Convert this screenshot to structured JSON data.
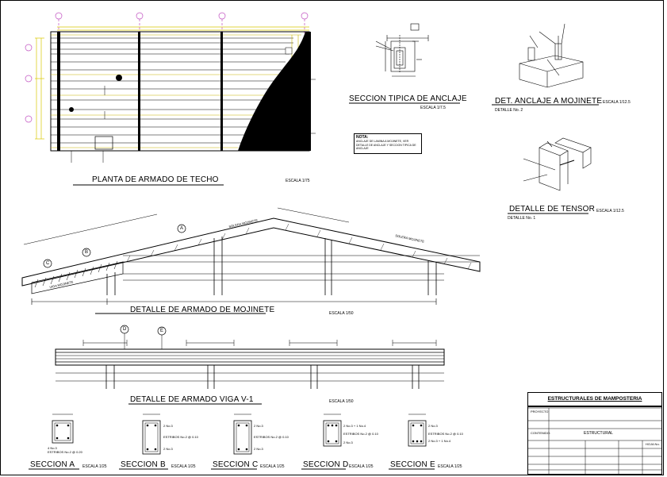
{
  "titles": {
    "planta": "PLANTA DE ARMADO DE TECHO",
    "seccion_tipica": "SECCION TIPICA DE ANCLAJE",
    "det_anclaje": "DET. ANCLAJE A MOJINETE",
    "det_tensor": "DETALLE DE TENSOR",
    "mojinete": "DETALLE DE ARMADO DE MOJINETE",
    "viga": "DETALLE DE ARMADO VIGA V-1",
    "sec_a": "SECCION A",
    "sec_b": "SECCION B",
    "sec_c": "SECCION C",
    "sec_d": "SECCION D",
    "sec_e": "SECCION E"
  },
  "scales": {
    "planta": "ESCALA 1/75",
    "seccion_tipica": "ESCALA 1/7.5",
    "det_anclaje": "ESCALA 1/12.5",
    "det_tensor": "ESCALA 1/12.5",
    "mojinete": "ESCALA 1/50",
    "viga": "ESCALA 1/50",
    "sec": "ESCALA 1/25",
    "detalle2": "DETALLE No. 2",
    "detalle1": "DETALLE No. 1"
  },
  "note": {
    "title": "NOTA:",
    "body": "ANCLAJE DE LAMINA A MOJINETE, VER DETALLE DE ANCLAJE Y SECCION TIPICA DE ANCLAJE"
  },
  "beam_labels": {
    "solera_mojinete": "SOLERA MOJINETE",
    "viga_mojinete": "VIGA MOJINETE"
  },
  "section_markers": [
    "A",
    "B",
    "C",
    "D",
    "E"
  ],
  "sections": [
    {
      "id": "a",
      "l1": "4 No.3",
      "l2": "ESTRIBOS No.2 @ 0.20"
    },
    {
      "id": "b",
      "l1": "2 No.3",
      "l2": "ESTRIBOS No.2 @ 0.10",
      "l3": "2 No.3"
    },
    {
      "id": "c",
      "l1": "2 No.3",
      "l2": "ESTRIBOS No.2 @ 0.10",
      "l3": "2 No.3"
    },
    {
      "id": "d",
      "l1": "2 No.3 + 1 No.4",
      "l2": "ESTRIBOS No.2 @ 0.10",
      "l3": "2 No.3"
    },
    {
      "id": "e",
      "l1": "2 No.3",
      "l2": "ESTRIBOS No.2 @ 0.10",
      "l3": "2 No.3 + 1 No.4"
    }
  ],
  "title_block": {
    "header": "ESTRUCTURALES DE MAMPOSTERIA",
    "proyecto": "PROYECTO",
    "contenido": "CONTENIDO:",
    "contenido_val": "ESTRUCTURAL",
    "hoja": "HOJA No."
  }
}
